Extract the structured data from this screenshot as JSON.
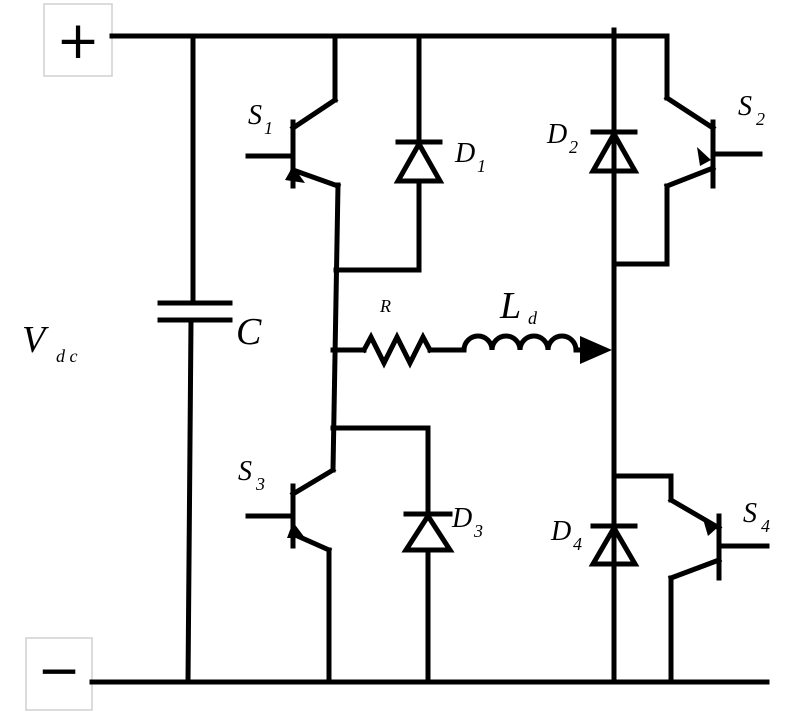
{
  "terminals": {
    "positive": "+",
    "negative": "−"
  },
  "labels": {
    "vdc_main": "V",
    "vdc_sub": "d c",
    "capacitor": "C",
    "resistor": "R",
    "inductor_main": "L",
    "inductor_sub": "d",
    "s1_main": "S",
    "s1_sub": "1",
    "s2_main": "S",
    "s2_sub": "2",
    "s3_main": "S",
    "s3_sub": "3",
    "s4_main": "S",
    "s4_sub": "4",
    "d1_main": "D",
    "d1_sub": "1",
    "d2_main": "D",
    "d2_sub": "2",
    "d3_main": "D",
    "d3_sub": "3",
    "d4_main": "D",
    "d4_sub": "4"
  }
}
